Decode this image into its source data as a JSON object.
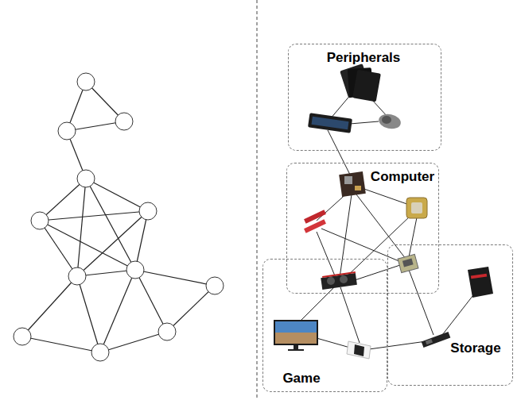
{
  "diagram": {
    "nodes": [
      {
        "text": [
          "Peripherals"
        ]
      },
      {
        "text": [
          "Computer"
        ]
      },
      {
        "text": [
          "Game"
        ]
      },
      {
        "text": [
          "Storage"
        ]
      }
    ]
  }
}
